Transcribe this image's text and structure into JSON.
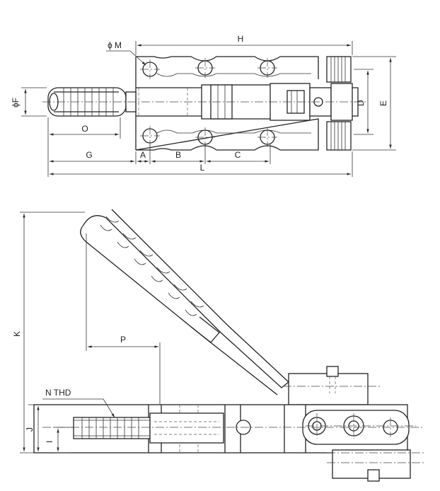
{
  "top_view": {
    "labels": {
      "H": "H",
      "M": "ϕ M",
      "F": "ϕF",
      "D": "D",
      "E": "E",
      "O": "O",
      "G": "G",
      "A": "A",
      "B": "B",
      "C": "C",
      "L": "L"
    }
  },
  "side_view": {
    "labels": {
      "K": "K",
      "P": "P",
      "N": "N  THD",
      "J": "J",
      "I": "I"
    }
  }
}
